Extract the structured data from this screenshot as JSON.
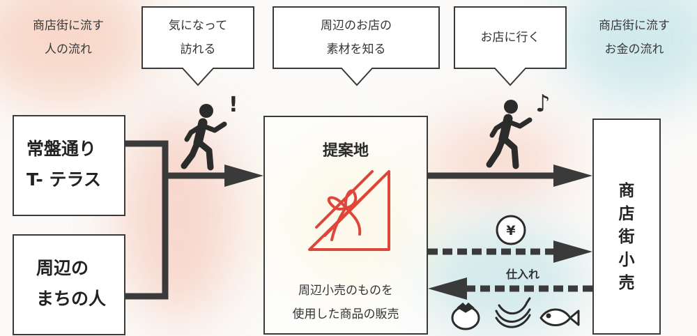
{
  "flows": {
    "people_flow": "商店街に流す\n人の流れ",
    "money_flow": "商店街に流す\nお金の流れ"
  },
  "bubbles": {
    "visit": "気になって\n訪れる",
    "learn": "周辺のお店の\n素材を知る",
    "go_shop": "お店に行く"
  },
  "sources": {
    "terrace": "常盤通り\nT- テラス",
    "locals": "周辺の\nまちの人"
  },
  "site": {
    "title": "提案地",
    "description": "周辺小売のものを\n使用した商品の販売"
  },
  "retail": {
    "label": [
      "商",
      "店",
      "街",
      "小",
      "売"
    ]
  },
  "purchase_label": "仕入れ",
  "marks": {
    "exclaim": "!",
    "note": "♪"
  },
  "colors": {
    "line": "#3a3a3a",
    "gift_red": "#e0453a",
    "warm_glow": "#f6c6b4",
    "cool_glow": "#c3e4e8"
  }
}
